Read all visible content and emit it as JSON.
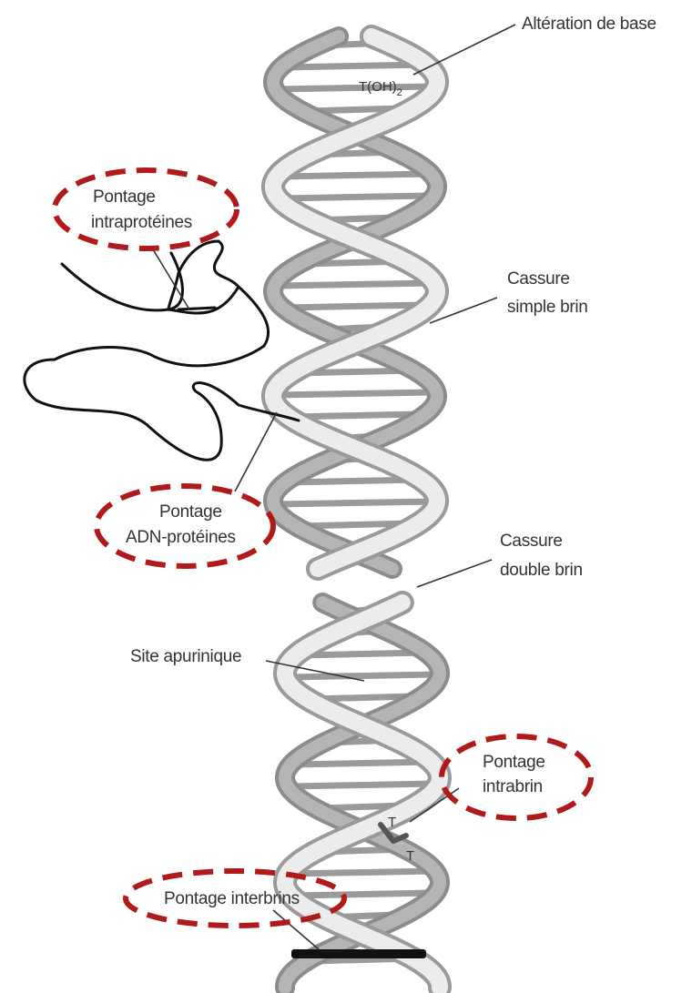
{
  "labels": {
    "alteration_base": "Altération de base",
    "base_formula_main": "T(OH)",
    "base_formula_sub": "2",
    "pontage_intraproteines_1": "Pontage",
    "pontage_intraproteines_2": "intraprotéines",
    "cassure_simple_1": "Cassure",
    "cassure_simple_2": "simple brin",
    "pontage_adn_1": "Pontage",
    "pontage_adn_2": "ADN-protéines",
    "cassure_double_1": "Cassure",
    "cassure_double_2": "double brin",
    "site_apurinique": "Site apurinique",
    "pontage_intrabrin_1": "Pontage",
    "pontage_intrabrin_2": "intrabrin",
    "dimer_t1": "T",
    "dimer_t2": "T",
    "pontage_interbrins": "Pontage interbrins"
  },
  "colors": {
    "highlight": "#b01a1a",
    "strand_light": "#e6e6e6",
    "strand_dark": "#8c8c8c",
    "rung": "#9a9a9a",
    "interbrin_rung": "#111111",
    "protein": "#111111",
    "text": "#333333"
  }
}
